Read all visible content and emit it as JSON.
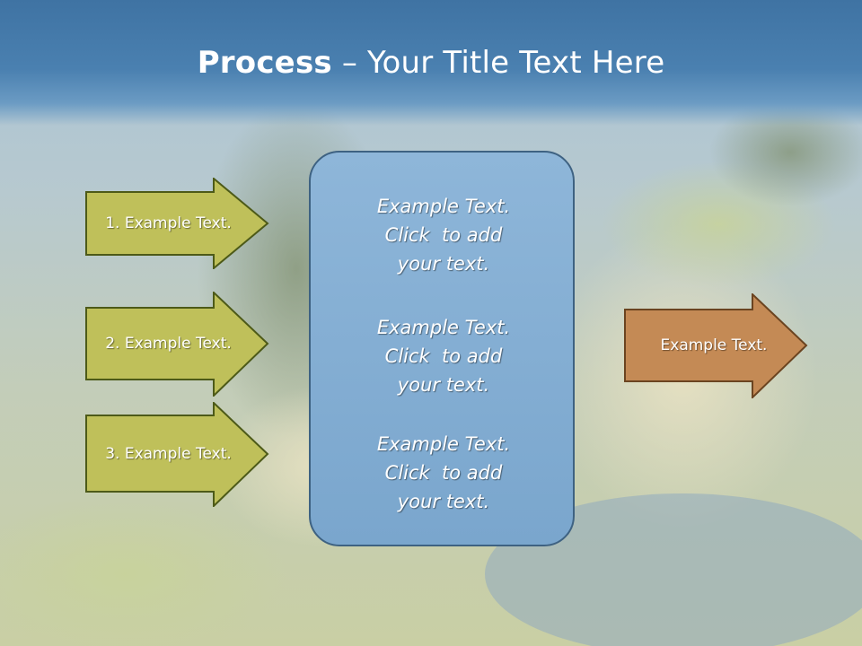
{
  "title": {
    "bold": "Process",
    "rest": " – Your Title Text Here"
  },
  "left_arrows": [
    {
      "label": "1. Example Text."
    },
    {
      "label": "2. Example Text."
    },
    {
      "label": "3. Example Text."
    }
  ],
  "center_blocks": [
    {
      "lines": [
        "Example Text.",
        "Click  to add",
        "your text."
      ]
    },
    {
      "lines": [
        "Example Text.",
        "Click  to add",
        "your text."
      ]
    },
    {
      "lines": [
        "Example Text.",
        "Click  to add",
        "your text."
      ]
    }
  ],
  "right_arrow": {
    "label": "Example Text."
  },
  "colors": {
    "title_band": "#4a80b0",
    "left_arrow_fill": "#bfc05a",
    "left_arrow_stroke": "#4d5a18",
    "right_arrow_fill": "#c48a55",
    "right_arrow_stroke": "#6b4420",
    "center_fill": "#7aa6cd",
    "center_stroke": "#3e6282"
  }
}
